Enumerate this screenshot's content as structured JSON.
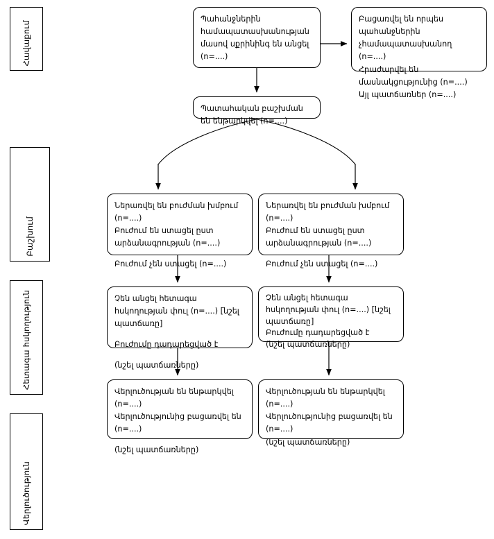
{
  "stage_labels": [
    {
      "id": "enrollment",
      "text": "Հավաքում"
    },
    {
      "id": "allocation",
      "text": "Բաշխում"
    },
    {
      "id": "followup",
      "text": "Հետագա հսկողություն"
    },
    {
      "id": "analysis",
      "text": "Վերլուծություն"
    }
  ],
  "nodes": {
    "assessed": {
      "lines": [
        "Պահանջներին համապատասխանության մասով սքրինինգ են անցել (n=....)"
      ]
    },
    "excluded": {
      "line1": "Բացառվել են որպես պահանջներին չհամապատասխանող (n=....)",
      "line2": "Հրաժարվել են մասնակցությունից (n=....)",
      "line3": "Այլ պատճառներ (n=....)"
    },
    "randomized": {
      "line1": "Պատահական բաշխման են ենթարկվել (n=....)"
    },
    "allocation_left": {
      "line1": "Ներառվել են բուժման խմբում (n=....)",
      "line2": "Բուժում են ստացել ըստ արձանագրության (n=....)",
      "line3": "Բուժում չեն ստացել (n=....)"
    },
    "allocation_right": {
      "line1": "Ներառվել են բուժման խմբում (n=....)",
      "line2": "Բուժում են ստացել ըստ արձանագրության (n=....)",
      "line3": "Բուժում չեն ստացել (n=....)"
    },
    "followup_left": {
      "line1": "Չեն անցել հետագա հսկողության փուլ (n=....) [նշել պատճառը]",
      "line2": "Բուժումը դադարեցված է",
      "line3": "(նշել պատճառները)"
    },
    "followup_right": {
      "line1": "Չեն անցել հետագա հսկողության փուլ (n=....) [նշել պատճառը]",
      "line2": "Բուժումը դադարեցված է",
      "line3": "(նշել պատճառները)"
    },
    "analysis_left": {
      "line1": "Վերլուծության են ենթարկվել (n=....)",
      "line2": "Վերլուծությունից բացառվել են (n=....)",
      "line3": "(նշել պատճառները)"
    },
    "analysis_right": {
      "line1": "Վերլուծության են ենթարկվել (n=....)",
      "line2": "Վերլուծությունից բացառվել են (n=....)",
      "line3": "(նշել պատճառները)"
    }
  },
  "colors": {
    "stroke": "#000000",
    "background": "#ffffff",
    "text": "#000000"
  }
}
